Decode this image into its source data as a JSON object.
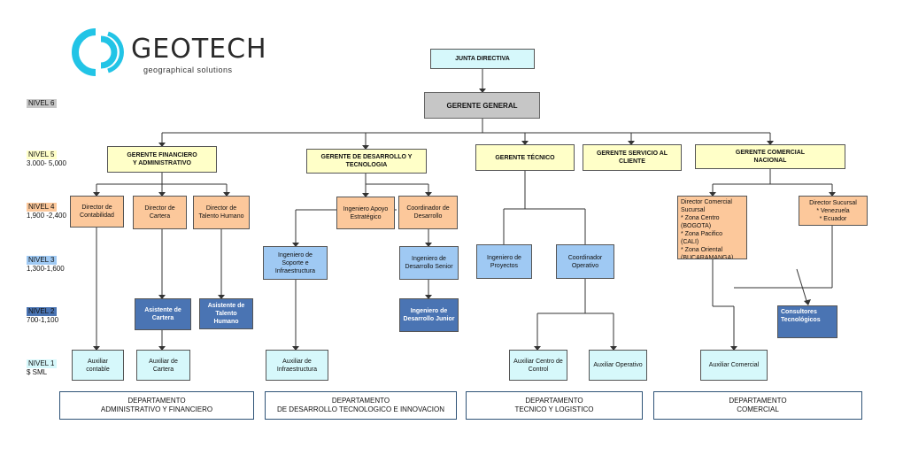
{
  "logo": {
    "brand": "GEOTECH",
    "tagline": "geographical solutions",
    "accent": "#22c4e6"
  },
  "colors": {
    "cyan": "#d6f8fb",
    "yellow": "#ffffc8",
    "orange": "#fcc89b",
    "light_blue": "#9fc9f3",
    "dark_blue": "#4a74b3",
    "gray": "#c6c6c6"
  },
  "levels": {
    "n6": {
      "name": "NIVEL 6",
      "range": ""
    },
    "n5": {
      "name": "NIVEL 5",
      "range": "3.000- 5,000"
    },
    "n4": {
      "name": "NIVEL 4",
      "range": "1,900 -2,400"
    },
    "n3": {
      "name": "NIVEL 3",
      "range": "1,300-1,600"
    },
    "n2": {
      "name": "NIVEL 2",
      "range": "700-1,100"
    },
    "n1": {
      "name": "NIVEL 1",
      "range": "$ SML"
    }
  },
  "nodes": {
    "junta": "JUNTA DIRECTIVA",
    "gerente_general": "GERENTE GENERAL",
    "g_fin": "GERENTE FINANCIERO\nY ADMINISTRATIVO",
    "g_des": "GERENTE DE DESARROLLO Y\nTECNOLOGIA",
    "g_tec": "GERENTE TÉCNICO",
    "g_serv": "GERENTE SERVICIO AL\nCLIENTE",
    "g_com": "GERENTE COMERCIAL\nNACIONAL",
    "d_cont": "Director de\nContabilidad",
    "d_cart": "Director de\nCartera",
    "d_tal": "Director de\nTalento Humano",
    "ing_apoyo": "Ingeniero  Apoyo\nEstratégico",
    "coord_des": "Coordinador de\nDesarrollo",
    "d_com_suc": "Director Comercial\nSucursal\n* Zona Centro\n(BOGOTA)\n* Zona Pacifico\n(CALI)\n* Zona Oriental\n(BUCARAMANGA)",
    "d_suc": "Director  Sucursal\n* Venezuela\n* Ecuador",
    "ing_soporte": "Ingeniero de\nSoporte e\nInfraestructura",
    "ing_senior": "Ingeniero de\nDesarrollo Senior",
    "ing_proy": "Ingeniero de\nProyectos",
    "coord_op": "Coordinador\nOperativo",
    "asist_cart": "Asistente de\nCartera",
    "asist_tal": "Asistente de\nTalento\nHumano",
    "ing_junior": "Ingeniero de\nDesarrollo Junior",
    "consultores": "Consultores\nTecnológicos",
    "aux_cont": "Auxiliar\ncontable",
    "aux_cart": "Auxiliar de\nCartera",
    "aux_infra": "Auxiliar de\nInfraestructura",
    "aux_centro": "Auxiliar  Centro de\nControl",
    "aux_op": "Auxiliar  Operativo",
    "aux_com": "Auxiliar  Comercial"
  },
  "departments": [
    {
      "line1": "DEPARTAMENTO",
      "line2": "ADMINISTRATIVO Y FINANCIERO"
    },
    {
      "line1": "DEPARTAMENTO",
      "line2": "DE DESARROLLO TECNOLOGICO E INNOVACION"
    },
    {
      "line1": "DEPARTAMENTO",
      "line2": "TECNICO Y LOGISTICO"
    },
    {
      "line1": "DEPARTAMENTO",
      "line2": "COMERCIAL"
    }
  ]
}
